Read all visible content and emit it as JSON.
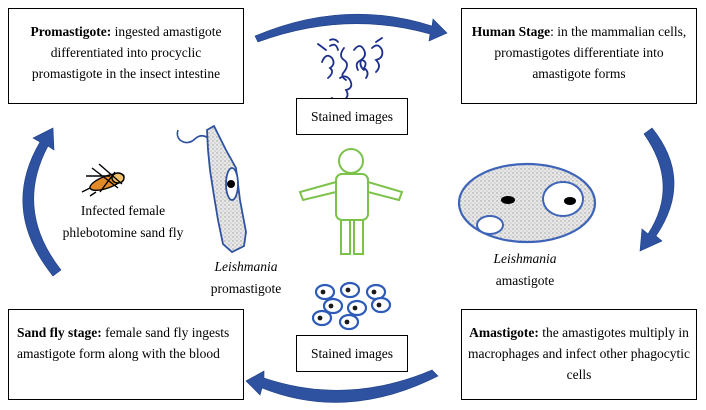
{
  "boxes": {
    "promastigote": {
      "title": "Promastigote:",
      "text": " ingested amastigote differentiated into procyclic promastigote in the insect intestine"
    },
    "human_stage": {
      "title": "Human Stage",
      "text": ": in the mammalian cells, promastigotes differentiate into amastigote forms"
    },
    "sand_fly_stage": {
      "title": "Sand fly stage:",
      "text": " female sand fly ingests amastigote form along with the blood"
    },
    "amastigote": {
      "title": "Amastigote:",
      "text": " the amastigotes multiply in macrophages and infect other phagocytic cells"
    }
  },
  "stained_top": "Stained images",
  "stained_bottom": "Stained images",
  "labels": {
    "infected_line1": "Infected female",
    "infected_line2": "phlebotomine sand fly",
    "leish_promastigote_genus": "Leishmania",
    "leish_promastigote_form": "promastigote",
    "leish_amastigote_genus": "Leishmania",
    "leish_amastigote_form": "amastigote"
  },
  "colors": {
    "arrow": "#2e52a0",
    "human_figure": "#7cc24a",
    "cell_outline": "#3e64b8",
    "cell_fill": "#dcdcdc"
  }
}
